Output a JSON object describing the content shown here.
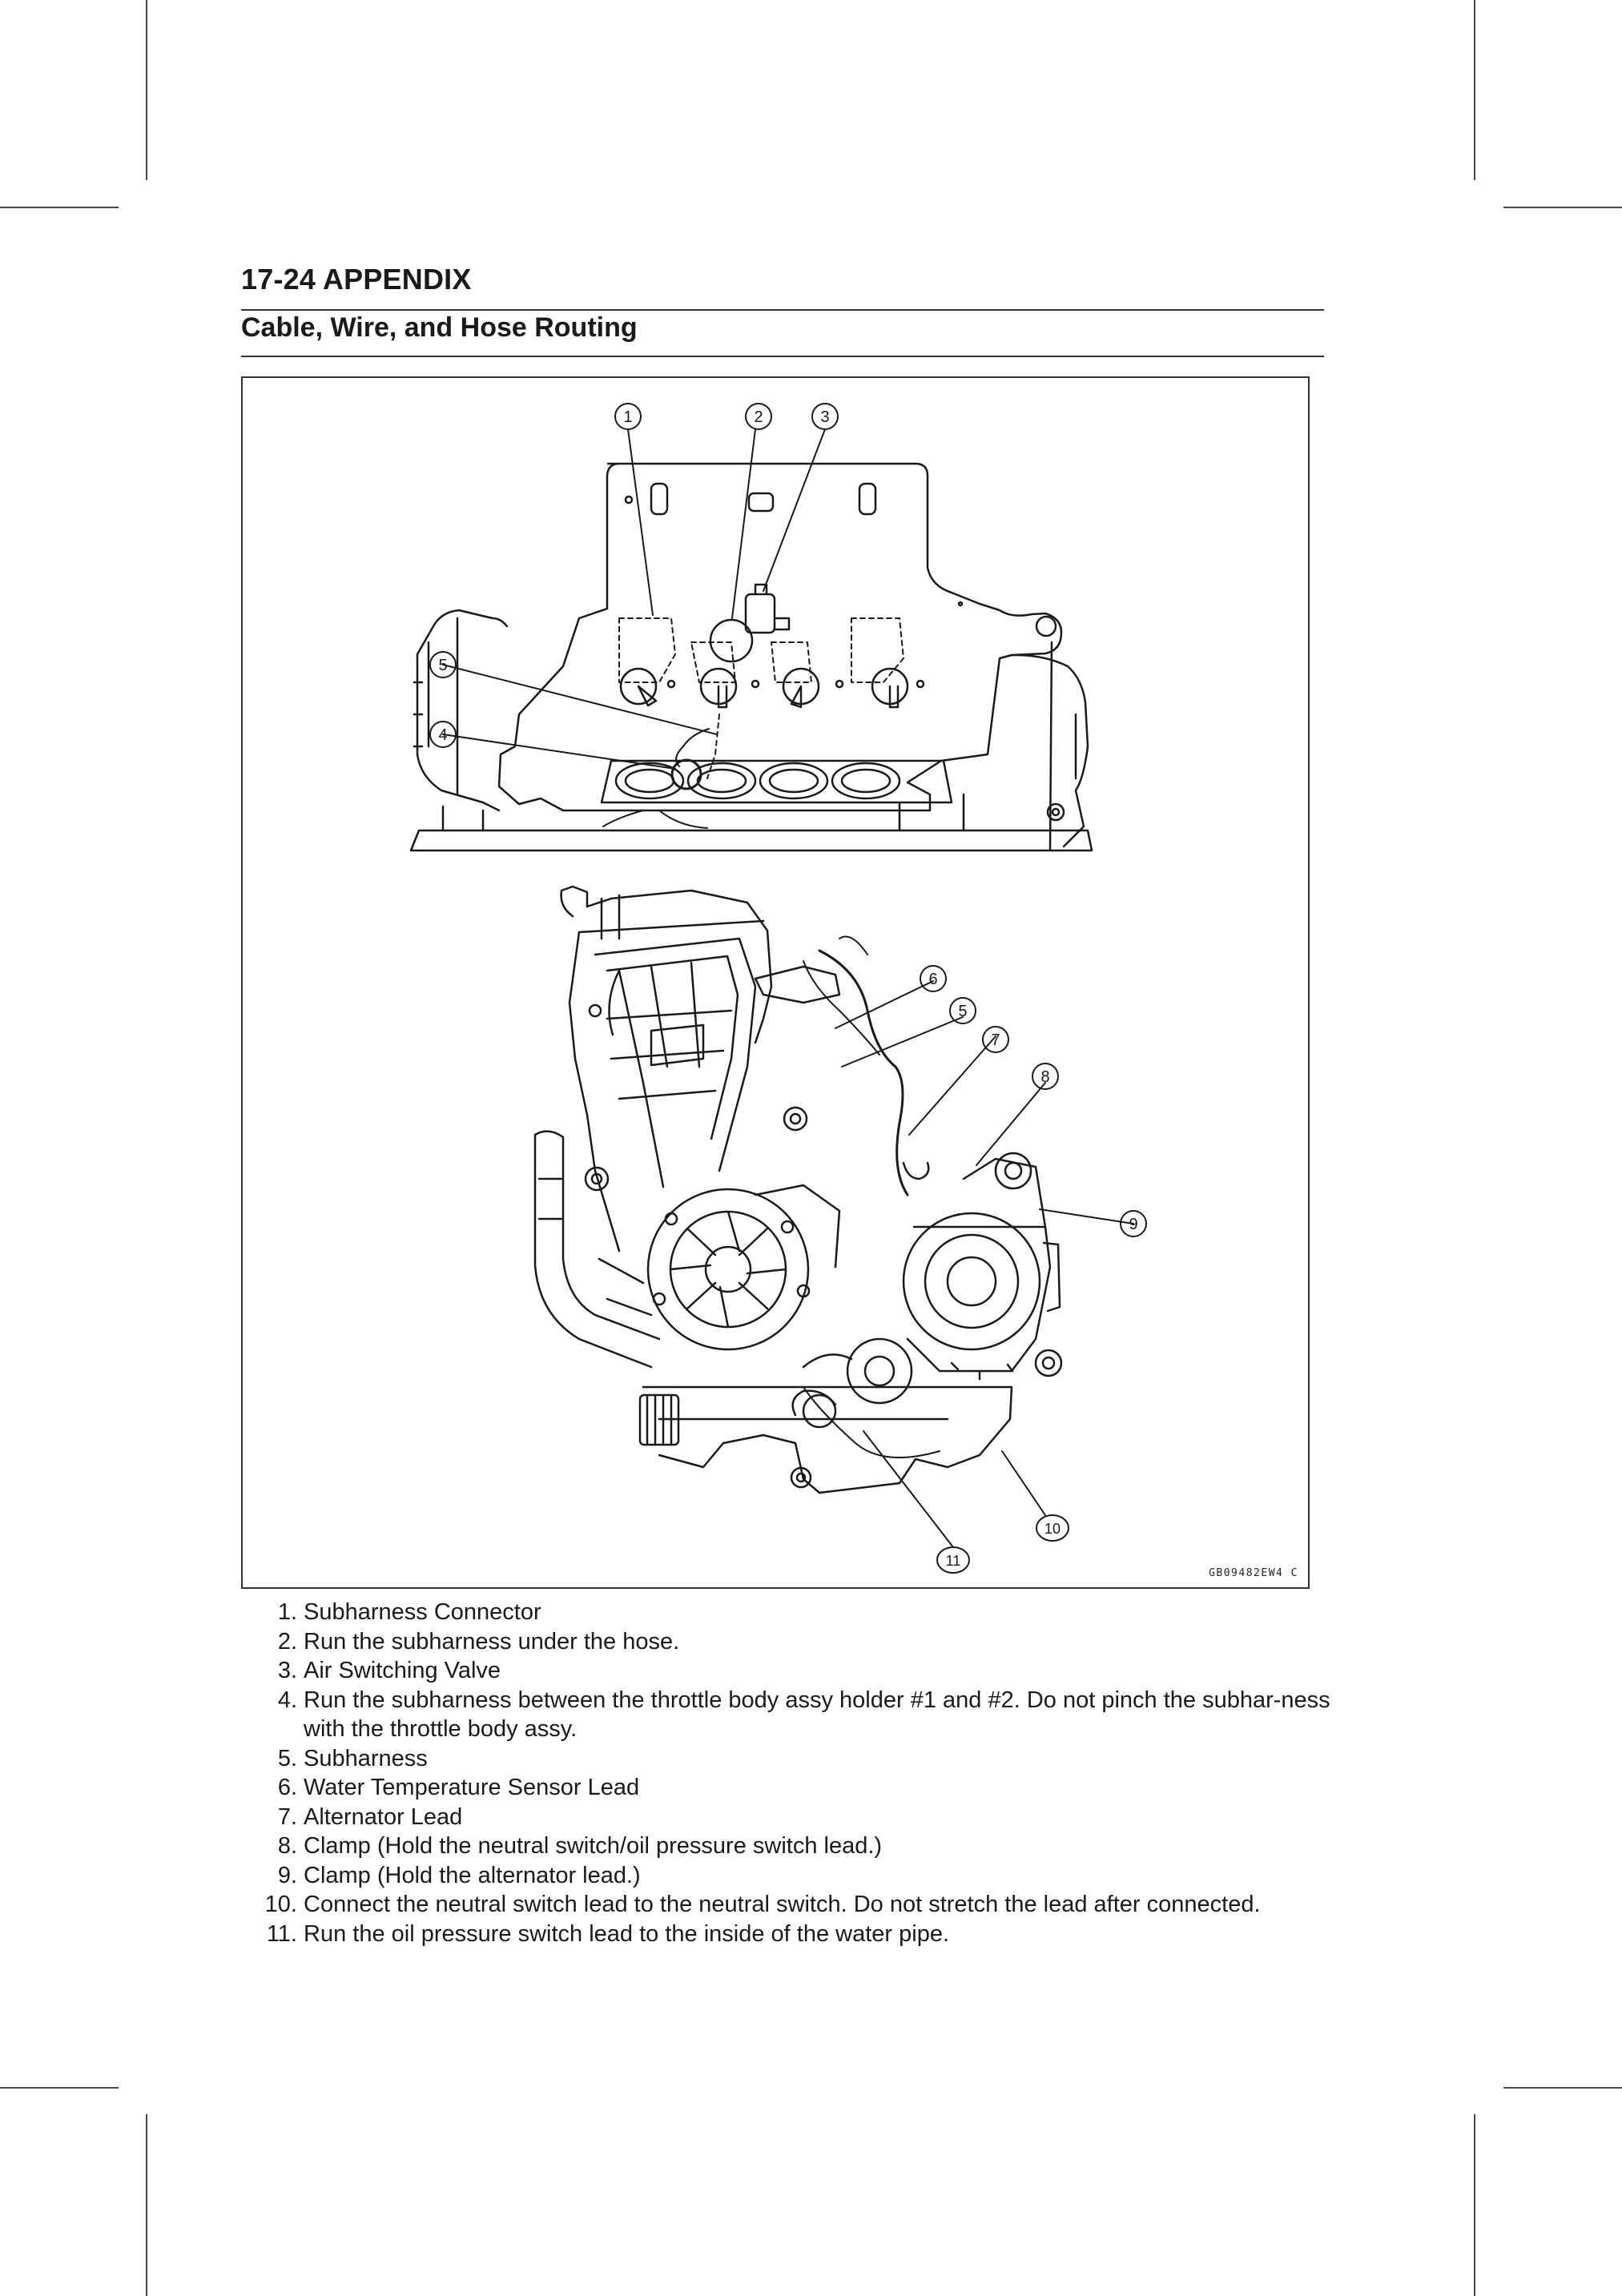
{
  "header": {
    "page_heading": "17-24 APPENDIX",
    "section_title": "Cable, Wire, and Hose Routing"
  },
  "figure": {
    "callouts_top": [
      "1",
      "2",
      "3",
      "5",
      "4"
    ],
    "callouts_bottom": [
      "6",
      "5",
      "7",
      "8",
      "9",
      "10",
      "11"
    ],
    "code": "GB09482EW4 C"
  },
  "legend": [
    {
      "num": "1.",
      "text": "Subharness Connector"
    },
    {
      "num": "2.",
      "text": "Run the subharness under the hose."
    },
    {
      "num": "3.",
      "text": "Air Switching Valve"
    },
    {
      "num": "4.",
      "text": "Run the subharness between the throttle body assy holder #1 and #2.  Do not pinch the subhar-ness with the throttle body assy."
    },
    {
      "num": "5.",
      "text": "Subharness"
    },
    {
      "num": "6.",
      "text": "Water Temperature Sensor Lead"
    },
    {
      "num": "7.",
      "text": "Alternator Lead"
    },
    {
      "num": "8.",
      "text": "Clamp (Hold the neutral switch/oil pressure switch lead.)"
    },
    {
      "num": "9.",
      "text": "Clamp (Hold the alternator lead.)"
    },
    {
      "num": "10.",
      "text": "Connect the neutral switch lead to the neutral switch.  Do not stretch the lead after connected."
    },
    {
      "num": "11.",
      "text": "Run the oil pressure switch lead to the inside of the water pipe."
    }
  ]
}
